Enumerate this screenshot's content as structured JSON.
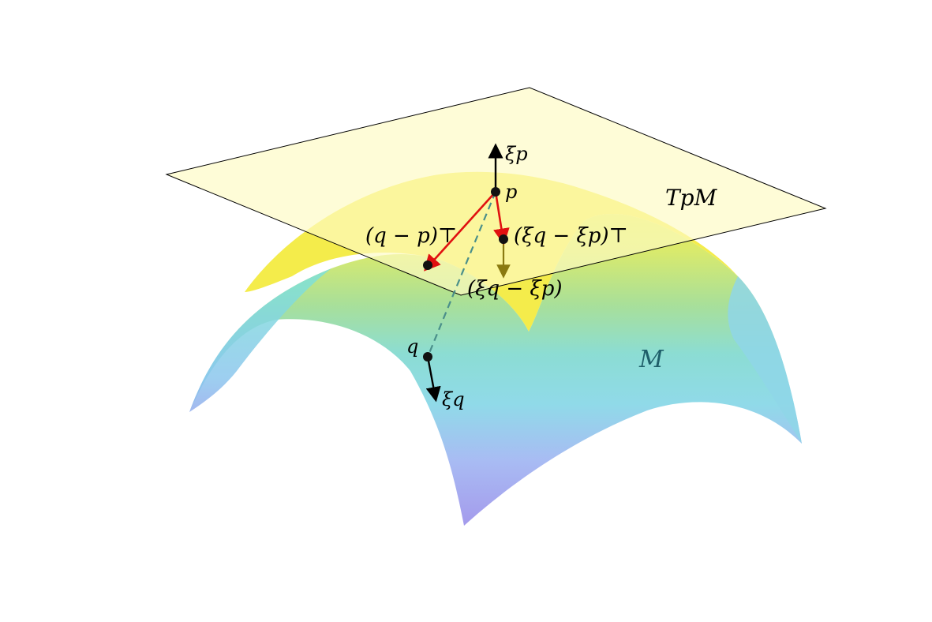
{
  "labels": {
    "xi_p": "ξp",
    "p": "p",
    "q": "q",
    "xi_q": "ξq",
    "tangent_space": "TpM",
    "manifold": "M",
    "q_minus_p_proj": "(q − p)⊤",
    "xi_diff_proj": "(ξq − ξp)⊤",
    "xi_diff": "(ξq − ξp)"
  },
  "colors": {
    "tangent_plane_fill": "#fdfbc4",
    "tangent_plane_edge": "#000000",
    "surface_top": "#f4ea3a",
    "surface_mid": "#7ed8c8",
    "surface_low": "#80d8e0",
    "surface_bottom": "#9b96ee",
    "projection_arrow": "#e01010",
    "difference_arrow": "#8a7a10",
    "geodesic_dash": "#4a8f8a",
    "point": "#111111"
  }
}
